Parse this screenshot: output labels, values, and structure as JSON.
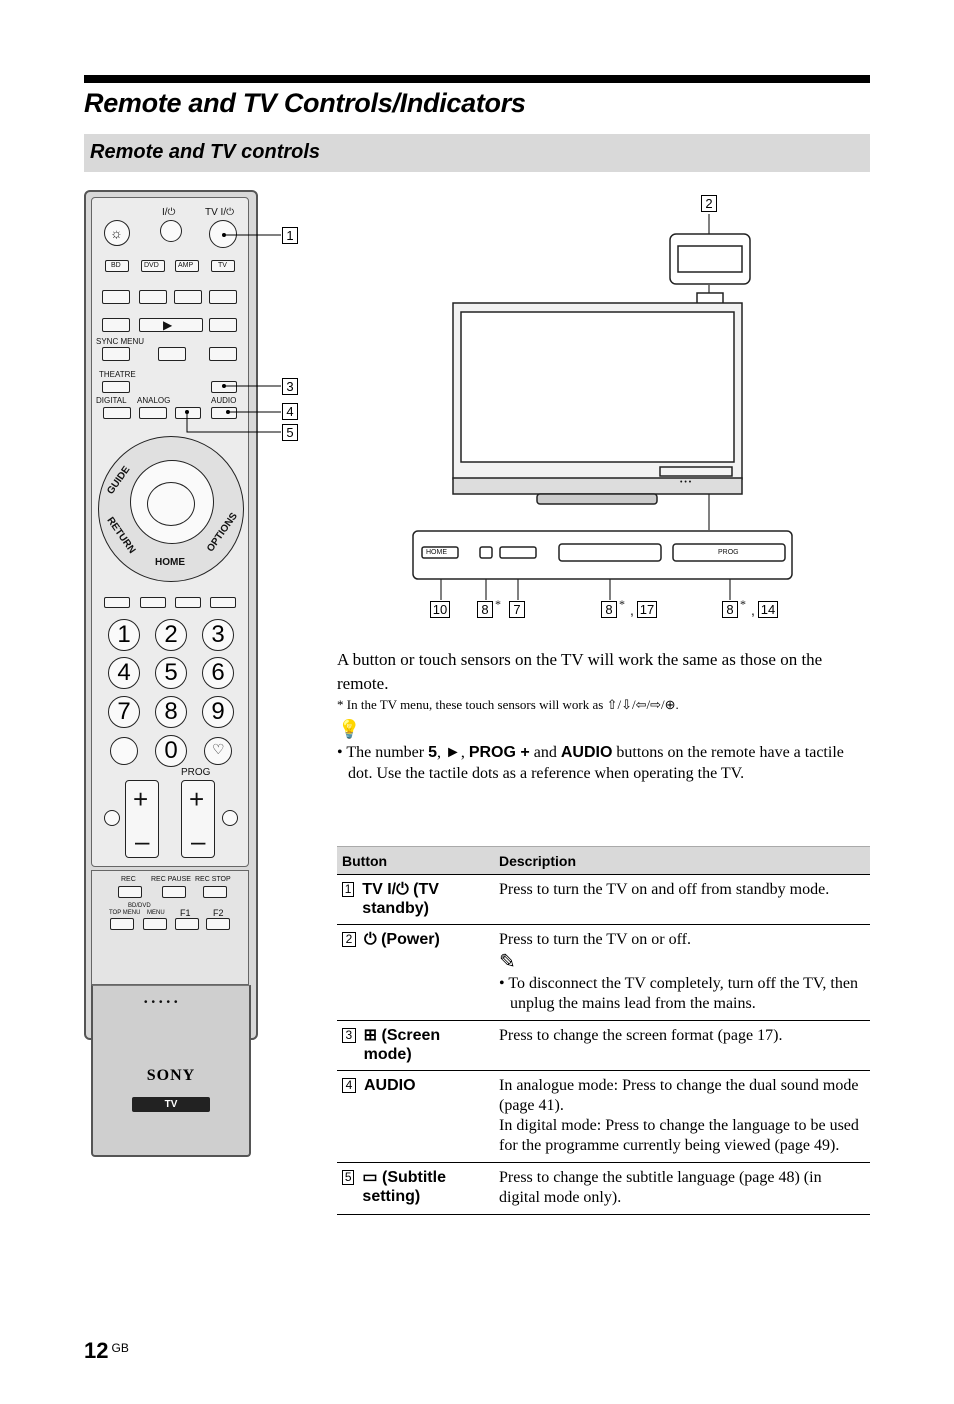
{
  "page": {
    "title": "Remote and TV Controls/Indicators",
    "section": "Remote and TV controls",
    "number": "12",
    "lang": "GB"
  },
  "remote": {
    "labels": {
      "power": "I/⏻",
      "tv_power": "TV I/⏻",
      "bd": "BD",
      "dvd": "DVD",
      "amp": "AMP",
      "tv": "TV",
      "sync_menu": "SYNC MENU",
      "theatre": "THEATRE",
      "digital": "DIGITAL",
      "analog": "ANALOG",
      "audio": "AUDIO",
      "guide": "GUIDE",
      "return": "RETURN",
      "home": "HOME",
      "options": "OPTIONS",
      "prog": "PROG",
      "rec": "REC",
      "rec_pause": "REC PAUSE",
      "rec_stop": "REC STOP",
      "bd_dvd": "BD/DVD",
      "top_menu": "TOP MENU",
      "menu": "MENU",
      "f1": "F1",
      "f2": "F2",
      "brand": "SONY",
      "badge": "TV"
    },
    "digits": [
      "1",
      "2",
      "3",
      "4",
      "5",
      "6",
      "7",
      "8",
      "9",
      "0"
    ]
  },
  "tv": {
    "panel_labels": {
      "home": "HOME",
      "prog": "PROG"
    }
  },
  "callouts": {
    "c1": "1",
    "c2": "2",
    "c3": "3",
    "c4": "4",
    "c5": "5",
    "c10": "10",
    "c8a": "8",
    "c7": "7",
    "c8b": "8",
    "c17": "17",
    "c8c": "8",
    "c14": "14",
    "star": "*"
  },
  "text": {
    "para": "A button or touch sensors on the TV will work the same as those on the remote.",
    "footnote": "* In the TV menu, these touch sensors will work as ⇧/⇩/⇦/⇨/⊕.",
    "bullet_pre": "• The number ",
    "bullet_5": "5",
    "bullet_play": "►",
    "bullet_prog": "PROG +",
    "bullet_and": " and ",
    "bullet_audio": "AUDIO",
    "bullet_post": " buttons on the remote have a tactile dot. Use the tactile dots as a reference when operating the TV."
  },
  "table": {
    "headers": {
      "button": "Button",
      "description": "Description"
    },
    "rows": [
      {
        "num": "1",
        "button": "TV I/⏻ (TV standby)",
        "description": "Press to turn the TV on and off from standby mode."
      },
      {
        "num": "2",
        "button": "⏻ (Power)",
        "description": "Press to turn the TV on or off.",
        "note": "• To disconnect the TV completely, turn off the TV, then unplug the mains lead from the mains."
      },
      {
        "num": "3",
        "button": "⊞ (Screen mode)",
        "description": "Press to change the screen format (page 17)."
      },
      {
        "num": "4",
        "button": "AUDIO",
        "description": "In analogue mode: Press to change the dual sound mode (page 41).",
        "description2": "In digital mode: Press to change the language to be used for the programme currently being viewed (page 49)."
      },
      {
        "num": "5",
        "button": "▭ (Subtitle setting)",
        "description": "Press to change the subtitle language (page 48) (in digital mode only)."
      }
    ]
  }
}
